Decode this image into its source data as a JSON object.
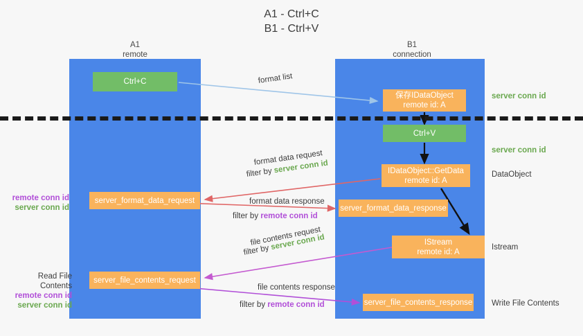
{
  "title": "A1 - Ctrl+C\nB1 - Ctrl+V",
  "columns": {
    "left": {
      "name": "A1",
      "role": "remote",
      "label": "A1\nremote"
    },
    "right": {
      "name": "B1",
      "role": "connection",
      "label": "B1\nconnection"
    }
  },
  "nodes": {
    "ctrl_c": {
      "label": "Ctrl+C",
      "color": "#72bd67",
      "kind": "green"
    },
    "save_idataobject": {
      "label": "保存IDataObject\nremote id: A",
      "color": "#f9b35c",
      "kind": "orange"
    },
    "ctrl_v": {
      "label": "Ctrl+V",
      "color": "#72bd67",
      "kind": "green"
    },
    "idataobject_getdata": {
      "label": "IDataObject::GetData\nremote id: A",
      "color": "#f9b35c",
      "kind": "orange"
    },
    "istream": {
      "label": "IStream\nremote id: A",
      "color": "#f9b35c",
      "kind": "orange"
    },
    "server_format_data_request": {
      "label": "server_format_data_request",
      "color": "#f9b35c",
      "kind": "orange"
    },
    "server_format_data_response": {
      "label": "server_format_data_response",
      "color": "#f9b35c",
      "kind": "orange"
    },
    "server_file_contents_request": {
      "label": "server_file_contents_request",
      "color": "#f9b35c",
      "kind": "orange"
    },
    "server_file_contents_response": {
      "label": "server_file_contents_response",
      "color": "#f9b35c",
      "kind": "orange"
    }
  },
  "edges": {
    "format_list": {
      "label": "format list",
      "color": "#9fc5e8"
    },
    "format_data_request": {
      "label": "format data request",
      "filter_prefix": "filter by ",
      "filter_target": "server conn id",
      "color": "#e06666"
    },
    "format_data_response": {
      "label": "format data response",
      "filter_prefix": "filter by ",
      "filter_target": "remote conn id",
      "color": "#e06666"
    },
    "file_contents_request": {
      "label": "file contents request",
      "filter_prefix": "filter by ",
      "filter_target": "server conn id",
      "color": "#c45ad0"
    },
    "file_contents_response": {
      "label": "file contents response",
      "filter_prefix": "filter by ",
      "filter_target": "remote conn id",
      "color": "#b14fd8"
    }
  },
  "annotations": {
    "server_conn_id_top": "server conn id",
    "server_conn_id_mid": "server conn id",
    "data_object": "DataObject",
    "istream": "Istream",
    "write_file_contents": "Write File Contents",
    "read_file_contents": "Read File Contents",
    "left_ids_mid": {
      "remote": "remote conn id",
      "server": "server conn id"
    },
    "left_ids_bottom": {
      "remote": "remote conn id",
      "server": "server conn id"
    }
  },
  "colors": {
    "lane": "#4a86e8",
    "green": "#72bd67",
    "orange": "#f9b35c",
    "green_text": "#6aa84f",
    "purple_text": "#b14fd8",
    "red_arrow": "#e06666",
    "blue_arrow": "#9fc5e8",
    "purple_arrow": "#c45ad0",
    "background": "#f7f7f7"
  }
}
